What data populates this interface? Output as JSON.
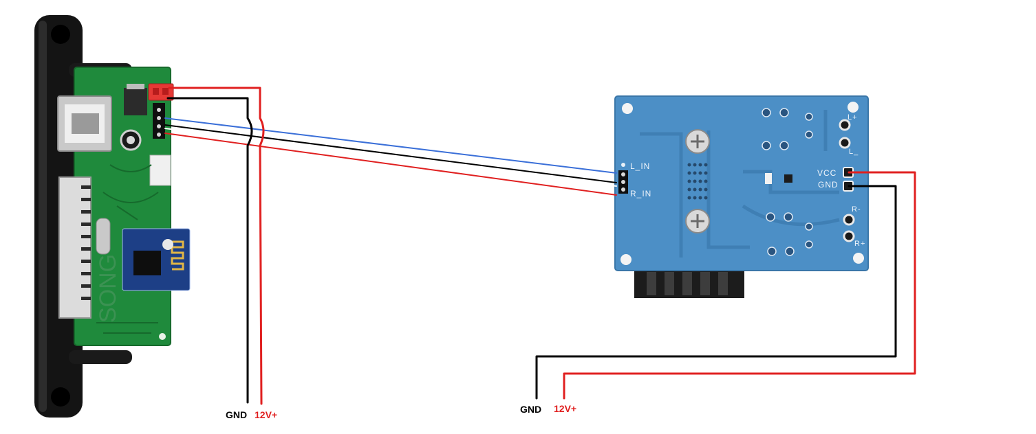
{
  "diagram": {
    "player_module": {
      "connector_color": "#e53935",
      "board_color": "#1f8a3c",
      "bezel_color": "#141414",
      "watermark": "SONG"
    },
    "amplifier_board": {
      "board_color": "#4c8fc6",
      "heatsink_color": "#1c1c1c",
      "pin_labels": {
        "l_in": "L_IN",
        "r_in": "R_IN",
        "vcc": "VCC",
        "gnd": "GND",
        "l_plus": "L+",
        "l_minus": "L_",
        "r_minus": "R-",
        "r_plus": "R+"
      }
    },
    "supply_labels": {
      "left": {
        "gnd": "GND",
        "v12": "12V+"
      },
      "right": {
        "gnd": "GND",
        "v12": "12V+"
      }
    },
    "wire_colors": {
      "red": "#e02020",
      "black": "#000000",
      "blue": "#3a6fd8"
    }
  }
}
